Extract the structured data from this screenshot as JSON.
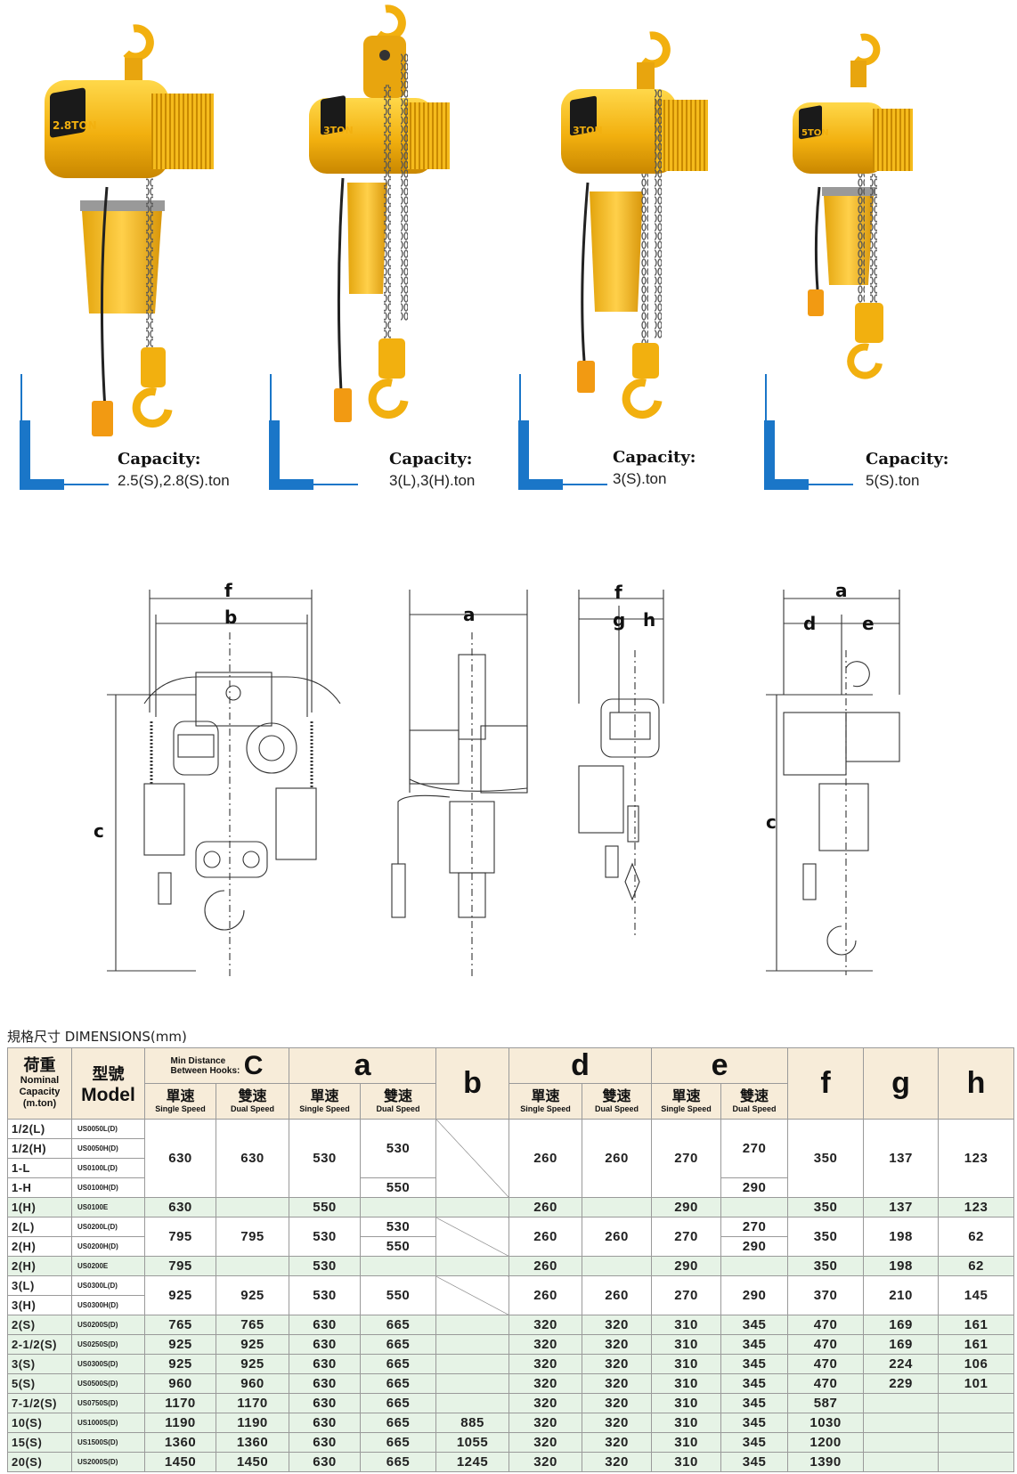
{
  "products": [
    {
      "capacity_label": "Capacity:",
      "capacity_value": "2.5(S),2.8(S).ton",
      "badge": "2.8TON"
    },
    {
      "capacity_label": "Capacity:",
      "capacity_value": "3(L),3(H).ton",
      "badge": "3TON"
    },
    {
      "capacity_label": "Capacity:",
      "capacity_value": "3(S).ton",
      "badge": "3TON"
    },
    {
      "capacity_label": "Capacity:",
      "capacity_value": "5(S).ton",
      "badge": "5TON"
    }
  ],
  "diagram_labels": {
    "d1": {
      "f": "f",
      "b": "b",
      "c": "c"
    },
    "d2": {
      "a": "a"
    },
    "d3": {
      "f": "f",
      "g": "g",
      "h": "h"
    },
    "d4": {
      "a": "a",
      "d": "d",
      "e": "e",
      "c": "c"
    }
  },
  "table": {
    "title_zh": "規格尺寸",
    "title_en": "DIMENSIONS(mm)",
    "headers": {
      "nominal_zh": "荷重",
      "nominal_en1": "Nominal",
      "nominal_en2": "Capacity",
      "nominal_en3": "(m.ton)",
      "model_zh": "型號",
      "model_en": "Model",
      "min_dist1": "Min Distance",
      "min_dist2": "Between Hooks:",
      "c": "C",
      "a": "a",
      "b": "b",
      "d": "d",
      "e": "e",
      "f": "f",
      "g": "g",
      "h": "h",
      "single_zh": "單速",
      "single_en": "Single Speed",
      "dual_zh": "雙速",
      "dual_en": "Dual Speed"
    },
    "rows": {
      "r1": {
        "caps": [
          "1/2(L)",
          "1/2(H)",
          "1-L",
          "1-H"
        ],
        "models": [
          "US0050L(D)",
          "US0050H(D)",
          "US0100L(D)",
          "US0100H(D)"
        ],
        "c_s": "630",
        "c_d": "630",
        "a_s": "530",
        "a_d1": "530",
        "a_d2": "550",
        "d_s": "260",
        "d_d": "260",
        "e_s": "270",
        "e_d1": "270",
        "e_d2": "290",
        "f": "350",
        "g": "137",
        "h": "123"
      },
      "r2": {
        "cap": "1(H)",
        "model": "US0100E",
        "c_s": "630",
        "a_s": "550",
        "d_s": "260",
        "e_s": "290",
        "f": "350",
        "g": "137",
        "h": "123"
      },
      "r3": {
        "caps": [
          "2(L)",
          "2(H)"
        ],
        "models": [
          "US0200L(D)",
          "US0200H(D)"
        ],
        "c_s": "795",
        "c_d": "795",
        "a_s": "530",
        "a_d1": "530",
        "a_d2": "550",
        "d_s": "260",
        "d_d": "260",
        "e_s": "270",
        "e_d1": "270",
        "e_d2": "290",
        "f": "350",
        "g": "198",
        "h": "62"
      },
      "r4": {
        "cap": "2(H)",
        "model": "US0200E",
        "c_s": "795",
        "a_s": "530",
        "d_s": "260",
        "e_s": "290",
        "f": "350",
        "g": "198",
        "h": "62"
      },
      "r5": {
        "caps": [
          "3(L)",
          "3(H)"
        ],
        "models": [
          "US0300L(D)",
          "US0300H(D)"
        ],
        "c_s": "925",
        "c_d": "925",
        "a_s": "530",
        "a_d": "550",
        "d_s": "260",
        "d_d": "260",
        "e_s": "270",
        "e_d": "290",
        "f": "370",
        "g": "210",
        "h": "145"
      },
      "simple": [
        {
          "cap": "2(S)",
          "model": "US0200S(D)",
          "c_s": "765",
          "c_d": "765",
          "a_s": "630",
          "a_d": "665",
          "b": "",
          "d_s": "320",
          "d_d": "320",
          "e_s": "310",
          "e_d": "345",
          "f": "470",
          "g": "169",
          "h": "161"
        },
        {
          "cap": "2-1/2(S)",
          "model": "US0250S(D)",
          "c_s": "925",
          "c_d": "925",
          "a_s": "630",
          "a_d": "665",
          "b": "",
          "d_s": "320",
          "d_d": "320",
          "e_s": "310",
          "e_d": "345",
          "f": "470",
          "g": "169",
          "h": "161"
        },
        {
          "cap": "3(S)",
          "model": "US0300S(D)",
          "c_s": "925",
          "c_d": "925",
          "a_s": "630",
          "a_d": "665",
          "b": "",
          "d_s": "320",
          "d_d": "320",
          "e_s": "310",
          "e_d": "345",
          "f": "470",
          "g": "224",
          "h": "106"
        },
        {
          "cap": "5(S)",
          "model": "US0500S(D)",
          "c_s": "960",
          "c_d": "960",
          "a_s": "630",
          "a_d": "665",
          "b": "",
          "d_s": "320",
          "d_d": "320",
          "e_s": "310",
          "e_d": "345",
          "f": "470",
          "g": "229",
          "h": "101"
        },
        {
          "cap": "7-1/2(S)",
          "model": "US0750S(D)",
          "c_s": "1170",
          "c_d": "1170",
          "a_s": "630",
          "a_d": "665",
          "b": "",
          "d_s": "320",
          "d_d": "320",
          "e_s": "310",
          "e_d": "345",
          "f": "587",
          "g": "",
          "h": ""
        },
        {
          "cap": "10(S)",
          "model": "US1000S(D)",
          "c_s": "1190",
          "c_d": "1190",
          "a_s": "630",
          "a_d": "665",
          "b": "885",
          "d_s": "320",
          "d_d": "320",
          "e_s": "310",
          "e_d": "345",
          "f": "1030",
          "g": "",
          "h": ""
        },
        {
          "cap": "15(S)",
          "model": "US1500S(D)",
          "c_s": "1360",
          "c_d": "1360",
          "a_s": "630",
          "a_d": "665",
          "b": "1055",
          "d_s": "320",
          "d_d": "320",
          "e_s": "310",
          "e_d": "345",
          "f": "1200",
          "g": "",
          "h": ""
        },
        {
          "cap": "20(S)",
          "model": "US2000S(D)",
          "c_s": "1450",
          "c_d": "1450",
          "a_s": "630",
          "a_d": "665",
          "b": "1245",
          "d_s": "320",
          "d_d": "320",
          "e_s": "310",
          "e_d": "345",
          "f": "1390",
          "g": "",
          "h": ""
        }
      ]
    }
  }
}
